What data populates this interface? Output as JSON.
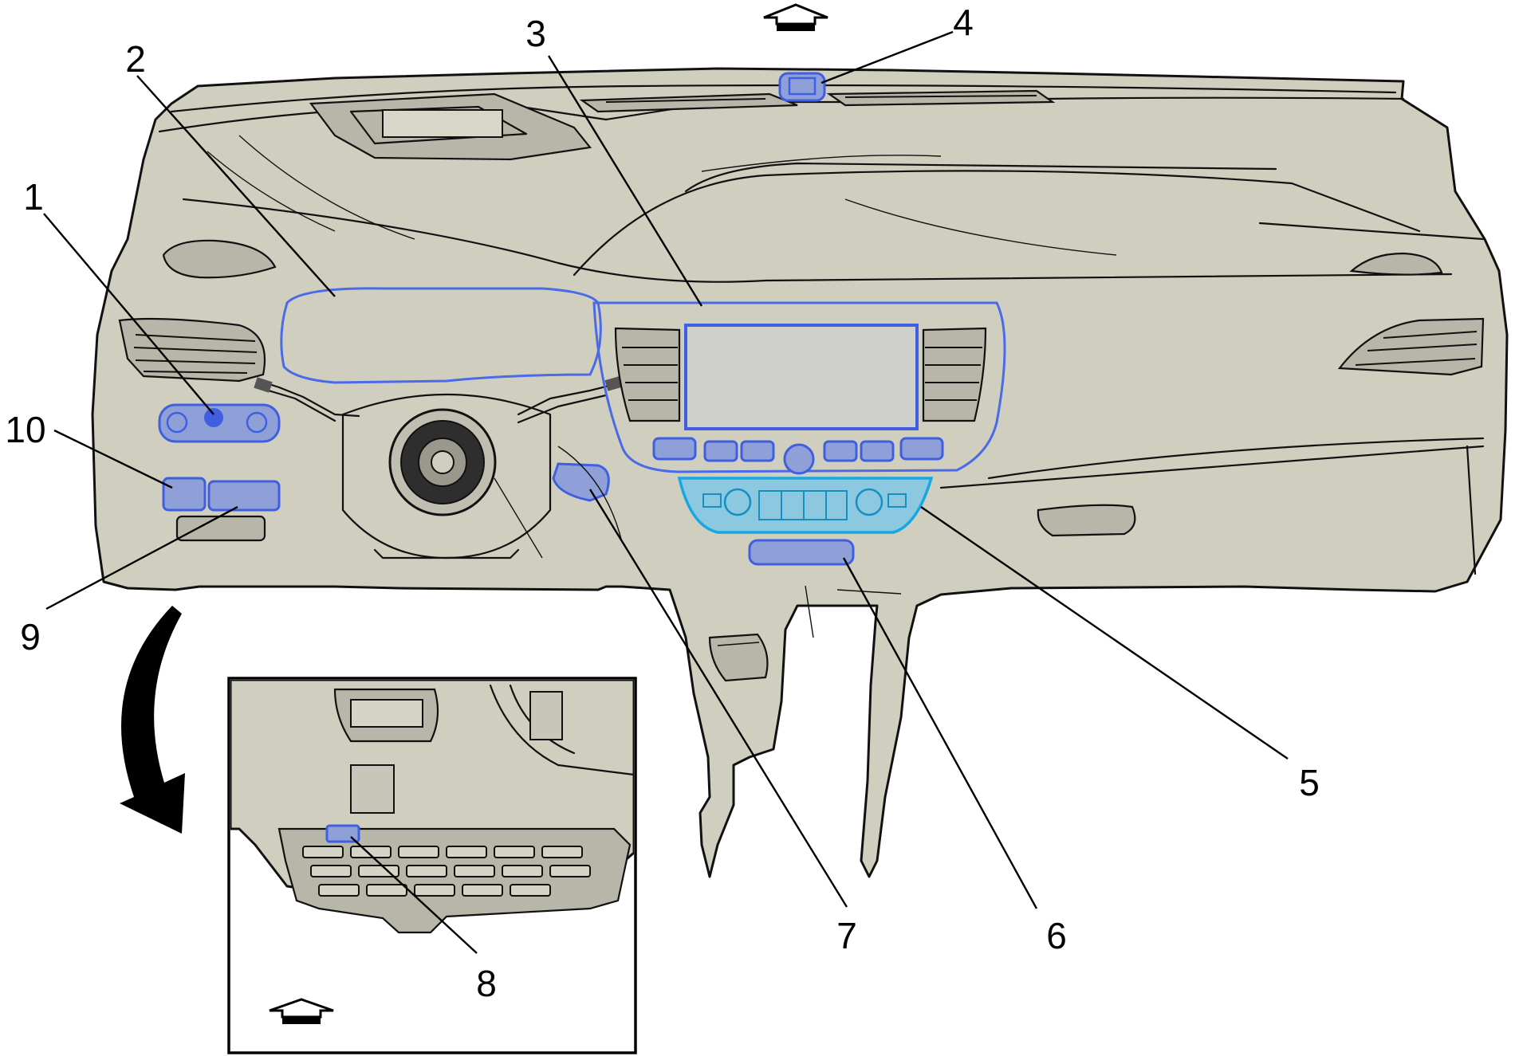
{
  "diagram": {
    "callouts": [
      {
        "id": "c1",
        "label": "1"
      },
      {
        "id": "c2",
        "label": "2"
      },
      {
        "id": "c3",
        "label": "3"
      },
      {
        "id": "c4",
        "label": "4"
      },
      {
        "id": "c5",
        "label": "5"
      },
      {
        "id": "c6",
        "label": "6"
      },
      {
        "id": "c7",
        "label": "7"
      },
      {
        "id": "c8",
        "label": "8"
      },
      {
        "id": "c9",
        "label": "9"
      },
      {
        "id": "c10",
        "label": "10"
      }
    ],
    "colors": {
      "panel": "#d0cebf",
      "highlight_blue": "#3f5fe0",
      "highlight_cyan": "#16a8e0",
      "line": "#111111"
    },
    "icons": [
      "forward-arrow-icon",
      "curved-arrow-icon"
    ]
  }
}
